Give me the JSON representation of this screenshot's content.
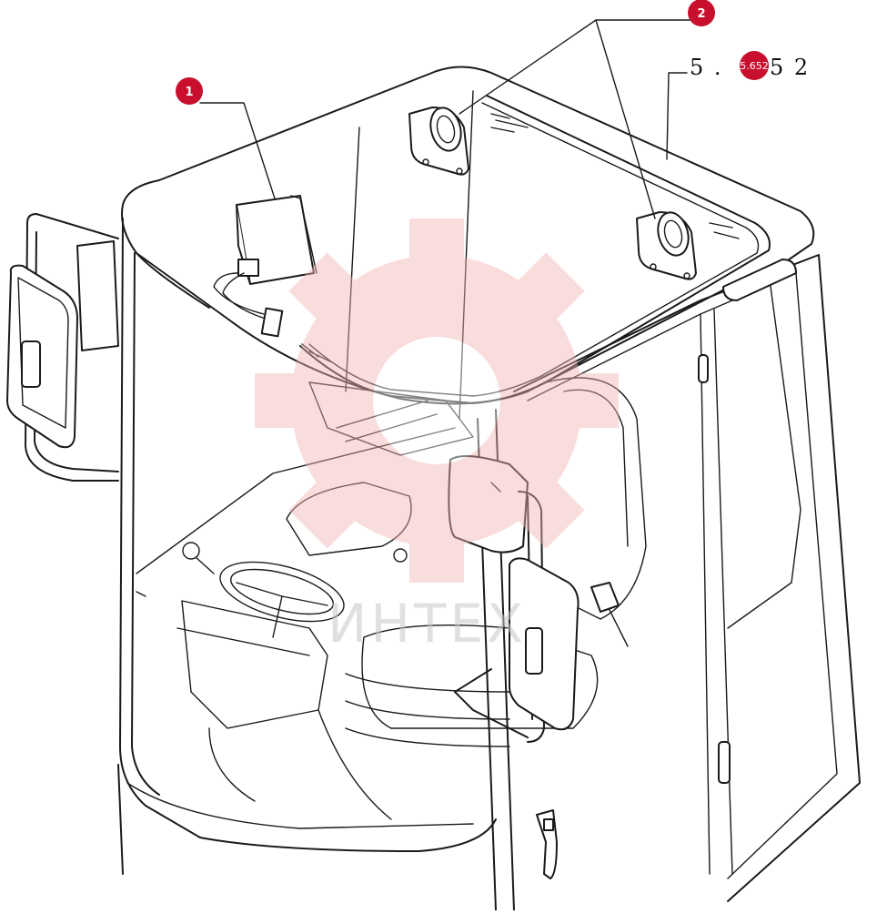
{
  "callouts": [
    {
      "id": "1",
      "label": "1"
    },
    {
      "id": "2",
      "label": "2"
    }
  ],
  "reference": {
    "prefix": "5 .",
    "badge": "5.652",
    "suffix": "5 2"
  },
  "watermark": {
    "text": "ИНТЕХ"
  },
  "colors": {
    "callout": "#c8102e",
    "line": "#1a1a1a",
    "watermark_gear": "#f3b6b6"
  }
}
